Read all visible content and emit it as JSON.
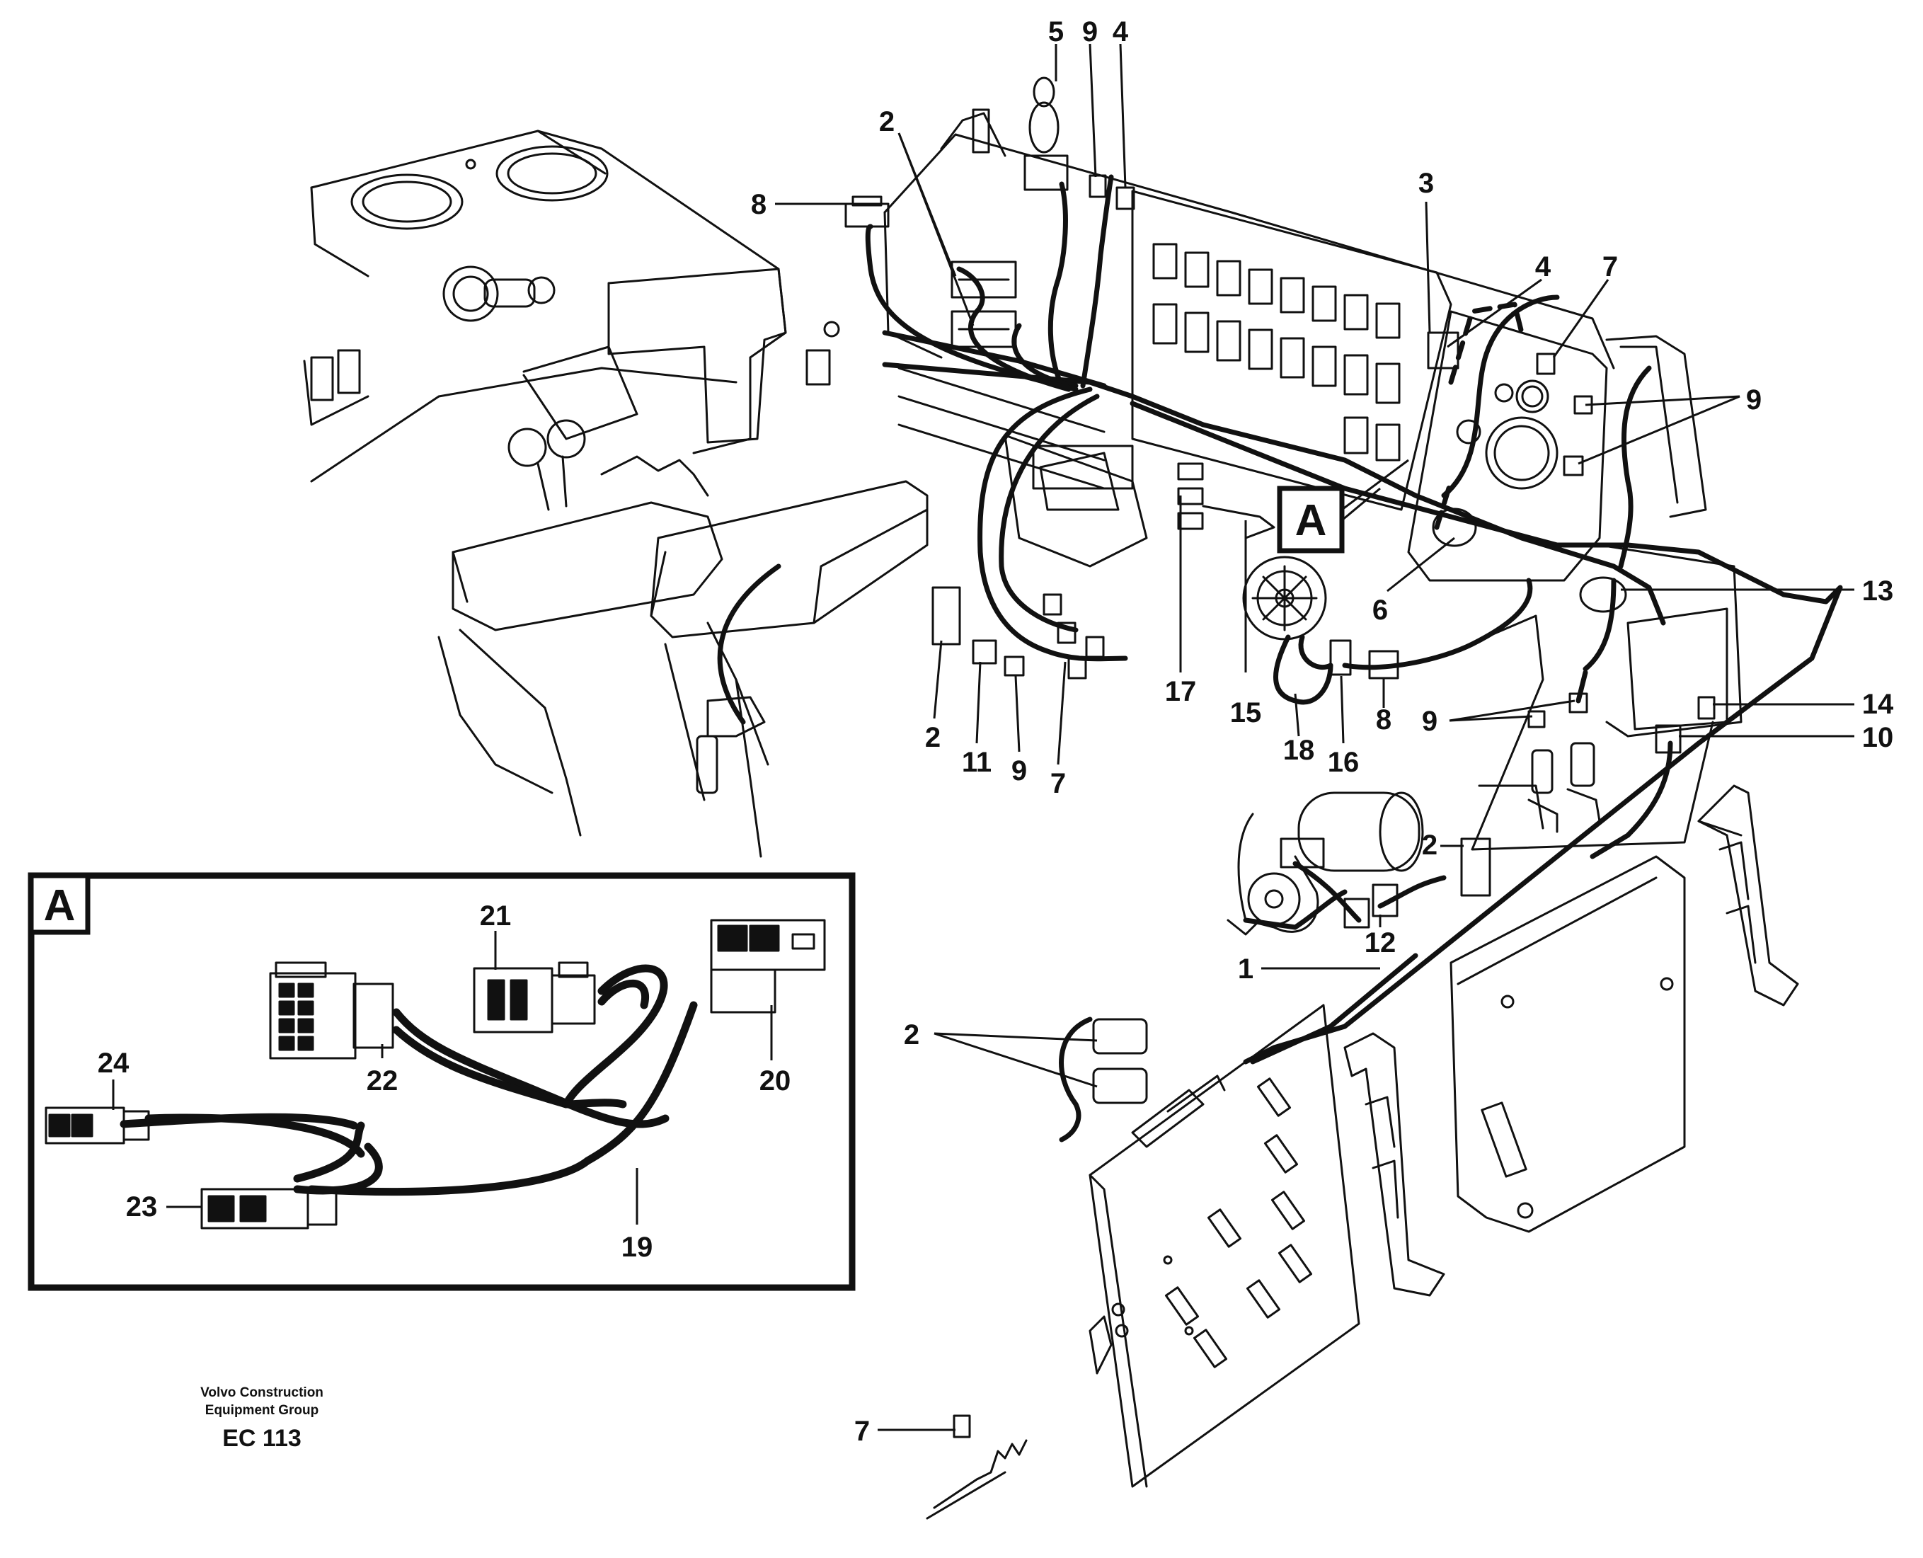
{
  "callouts": {
    "c2a": "2",
    "c5": "5",
    "c9a": "9",
    "c4a": "4",
    "c8a": "8",
    "c3": "3",
    "c4b": "4",
    "c7a": "7",
    "c9b": "9",
    "c13": "13",
    "c6": "6",
    "c17": "17",
    "c15": "15",
    "c18": "18",
    "c16": "16",
    "c8b": "8",
    "c9c": "9",
    "c14": "14",
    "c10": "10",
    "c2b": "2",
    "c11": "11",
    "c9d": "9",
    "c7b": "7",
    "c2c": "2",
    "c12": "12",
    "c1": "1",
    "c2d": "2",
    "c7c": "7",
    "c21": "21",
    "c22": "22",
    "c20": "20",
    "c24": "24",
    "c23": "23",
    "c19": "19"
  },
  "detail_markers": {
    "main_view": "A",
    "inset": "A"
  },
  "credit": {
    "line1": "Volvo Construction",
    "line2": "Equipment Group",
    "code": "EC 113"
  }
}
